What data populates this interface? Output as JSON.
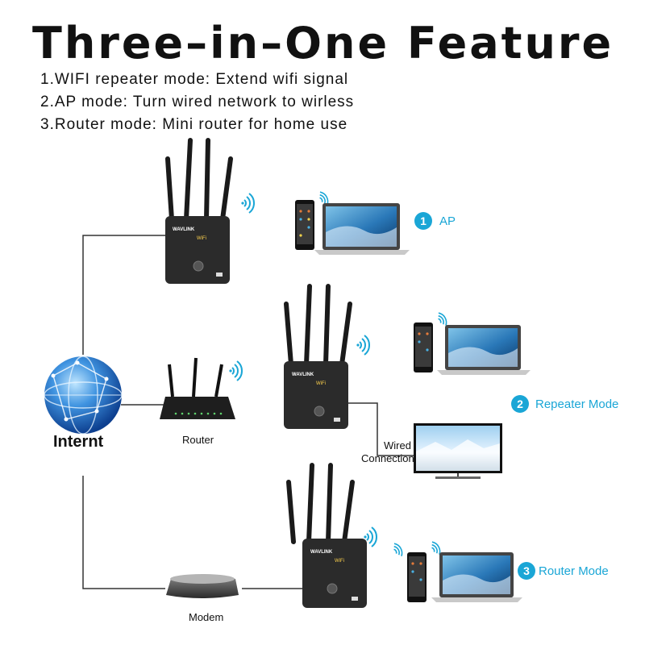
{
  "title": "Three–in–One Feature",
  "features": [
    "1.WIFI repeater mode: Extend wifi signal",
    "2.AP mode: Turn wired network to wirless",
    "3.Router mode: Mini router for home use"
  ],
  "labels": {
    "internet": "Internt",
    "router": "Router",
    "modem": "Modem",
    "wired_line1": "Wired",
    "wired_line2": "Connection"
  },
  "modes": [
    {
      "number": "1",
      "label": "AP"
    },
    {
      "number": "2",
      "label": "Repeater Mode"
    },
    {
      "number": "3",
      "label": "Router Mode"
    }
  ],
  "device_branding": {
    "logo": "WAVLINK",
    "badge": "WiFi"
  },
  "colors": {
    "accent": "#1aa6d6",
    "device": "#2b2b2b",
    "line": "#333333"
  }
}
